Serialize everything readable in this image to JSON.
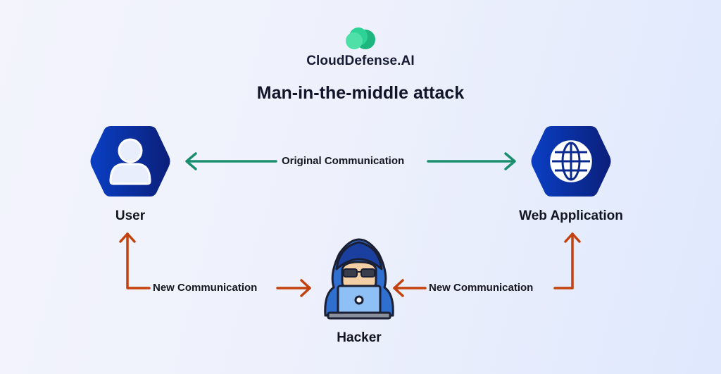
{
  "brand": {
    "logo_icon": "cloud-logo-icon",
    "name": "CloudDefense.AI"
  },
  "title": "Man-in-the-middle attack",
  "colors": {
    "original_arrow": "#1a8f6e",
    "new_arrow": "#c2410c",
    "node_fill": "#0a2a9a",
    "logo_green": "#2fd296"
  },
  "nodes": {
    "user": {
      "label": "User",
      "icon": "user-icon"
    },
    "web_app": {
      "label": "Web Application",
      "icon": "globe-icon"
    },
    "hacker": {
      "label": "Hacker",
      "icon": "hacker-icon"
    }
  },
  "edges": {
    "original": {
      "label": "Original Communication",
      "from": "User",
      "to": "Web Application",
      "direction": "bidirectional"
    },
    "new_left": {
      "label": "New Communication",
      "from": "Hacker",
      "to": "User",
      "direction": "bidirectional"
    },
    "new_right": {
      "label": "New Communication",
      "from": "Web Application",
      "to": "Hacker",
      "direction": "bidirectional"
    }
  }
}
